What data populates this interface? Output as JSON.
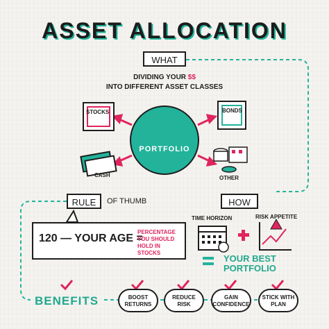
{
  "title": "ASSET ALLOCATION",
  "what": {
    "banner": "WHAT",
    "line1_prefix": "DIVIDING YOUR ",
    "line1_symbol": "$$",
    "line2": "INTO DIFFERENT ASSET CLASSES"
  },
  "portfolio": {
    "label": "PORTFOLIO"
  },
  "assets": {
    "stocks": "STOCKS",
    "bonds": "BONDS",
    "cash": "CASH",
    "other": "OTHER"
  },
  "rule": {
    "banner": "RULE",
    "suffix": "OF THUMB",
    "formula": "120 — YOUR AGE =",
    "note": "PERCENTAGE YOU SHOULD HOLD IN STOCKS"
  },
  "how": {
    "banner": "HOW",
    "time_horizon": "TIME HORIZON",
    "risk_appetite": "RISK APPETITE",
    "plus": "+",
    "equals": "=",
    "result_line1": "YOUR BEST",
    "result_line2": "PORTFOLIO"
  },
  "benefits": {
    "label": "BENEFITS",
    "items": [
      "BOOST RETURNS",
      "REDUCE RISK",
      "GAIN CONFIDENCE",
      "STICK WITH PLAN"
    ]
  },
  "colors": {
    "teal": "#23b39b",
    "pink": "#e0245e",
    "ink": "#1d1d1d"
  }
}
